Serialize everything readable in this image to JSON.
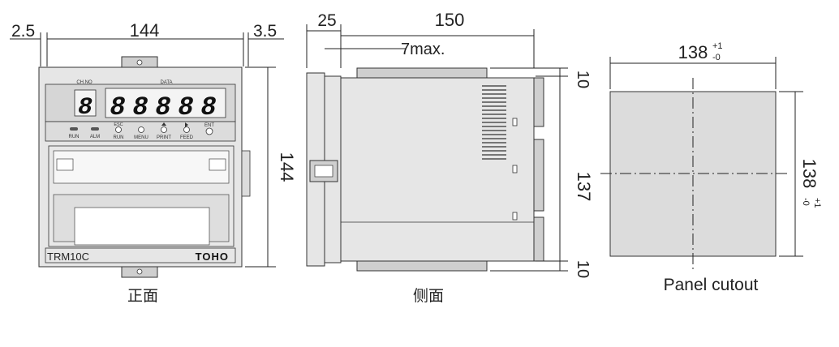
{
  "front_view": {
    "dims": {
      "left_offset": "2.5",
      "width": "144",
      "right_offset": "3.5",
      "height": "144"
    },
    "labels": {
      "ch_no": "CH.NO",
      "data": "DATA",
      "run": "RUN",
      "alm": "ALM",
      "esc": "ESC",
      "run_key": "RUN",
      "menu": "MENU",
      "print": "PRINT",
      "feed": "FEED",
      "ent": "ENT",
      "model": "TRM10C",
      "brand": "TOHO",
      "digit_char": "8"
    },
    "caption": "正面"
  },
  "side_view": {
    "dims": {
      "bezel": "25",
      "length": "150",
      "clearance": "7max.",
      "top_gap": "10",
      "height": "137",
      "bottom_gap": "10"
    },
    "caption": "侧面"
  },
  "cutout": {
    "width_label": "138",
    "width_tol_upper": "+1",
    "width_tol_lower": "-0",
    "height_label": "138",
    "height_tol_upper": "+1",
    "height_tol_lower": "-0",
    "caption": "Panel cutout"
  }
}
